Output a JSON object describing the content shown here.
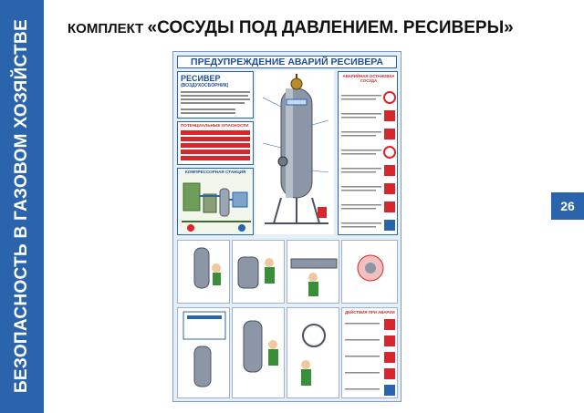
{
  "sidebar": {
    "text": "БЕЗОПАСНОСТЬ В ГАЗОВОМ ХОЗЯЙСТВЕ",
    "color": "#2a64ad"
  },
  "page_badge": "26",
  "page_title": {
    "prefix": "КОМПЛЕКТ ",
    "main": "«СОСУДЫ ПОД ДАВЛЕНИЕМ. РЕСИВЕРЫ»"
  },
  "poster": {
    "title": "ПРЕДУПРЕЖДЕНИЕ АВАРИЙ РЕСИВЕРА",
    "receiver_heading": "РЕСИВЕР",
    "receiver_subheading": "(ВОЗДУХОСБОРНИК)",
    "hazards_heading": "ПОТЕНЦИАЛЬНЫЕ ОПАСНОСТИ",
    "compressor_heading": "КОМПРЕССОРНАЯ СТАНЦИЯ",
    "emergency_heading": "АВАРИЙНАЯ ОСТАНОВКА СОСУДА",
    "actions_heading": "ДЕЙСТВИЯ ПРИ АВАРИИ",
    "colors": {
      "blue": "#2a64ad",
      "red": "#d7262c",
      "vessel": "#8d96a6"
    }
  }
}
